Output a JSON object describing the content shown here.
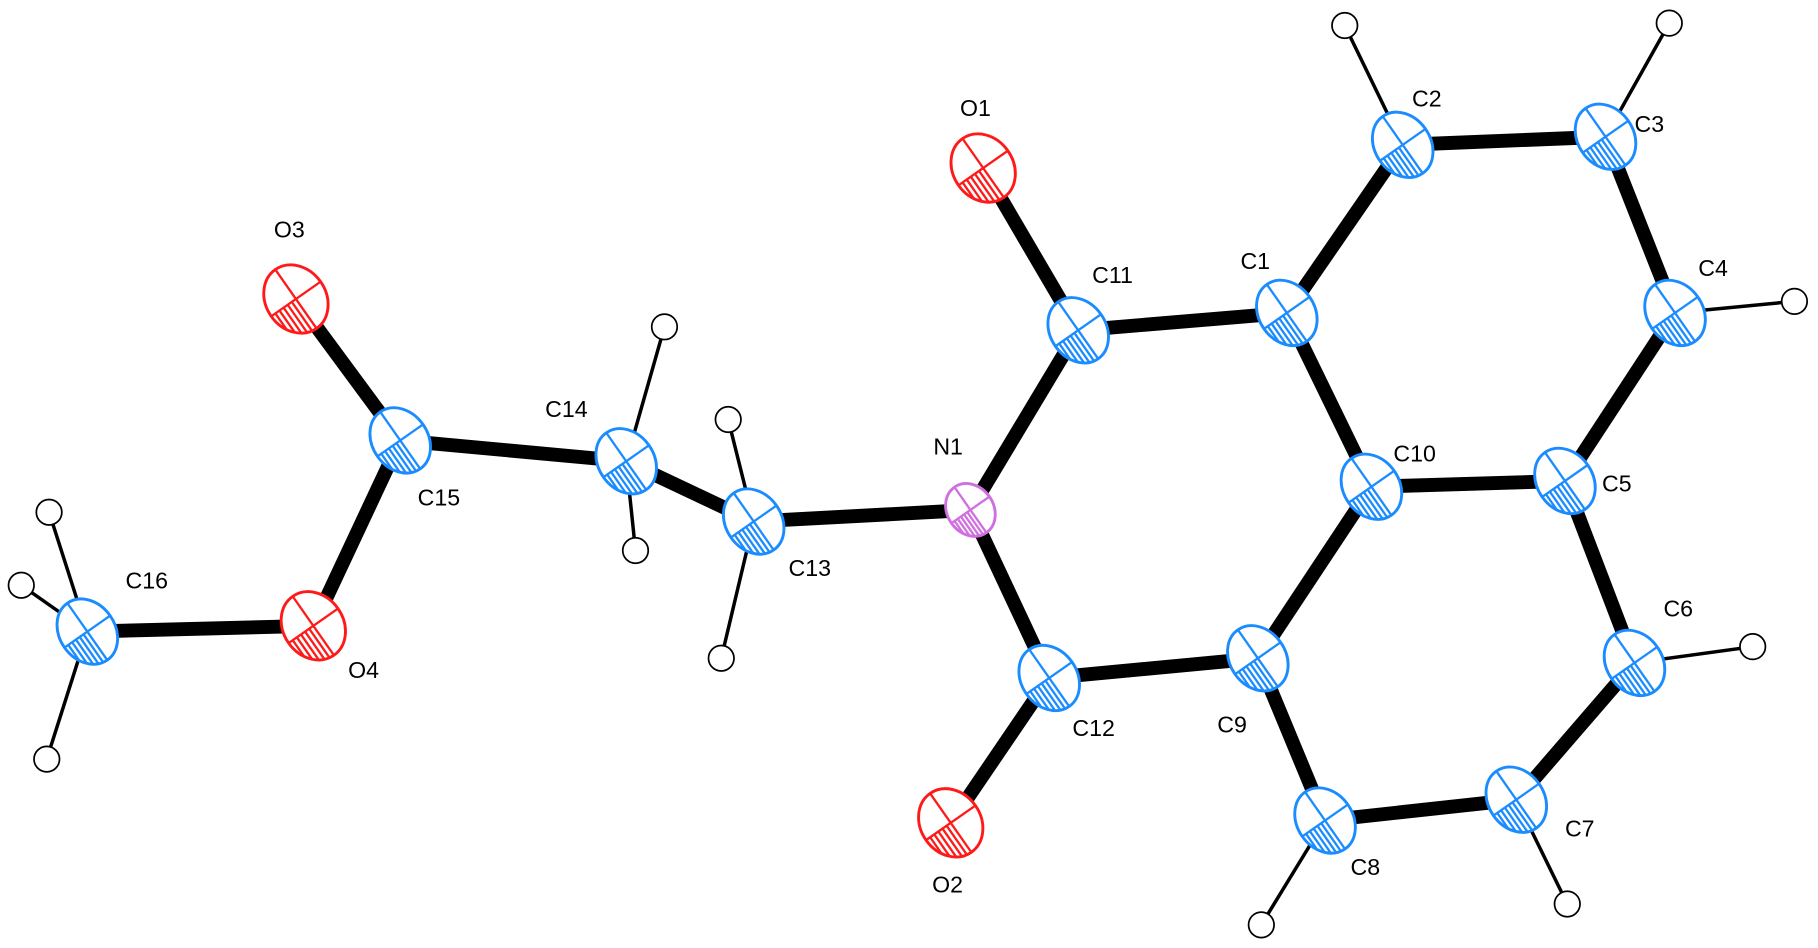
{
  "diagram": {
    "type": "ORTEP molecular structure",
    "element_colors": {
      "C": "#1a8cff",
      "O": "#ff1a1a",
      "N": "#d070e0",
      "H": "#000000"
    },
    "atoms": [
      {
        "label": "O1",
        "element": "O"
      },
      {
        "label": "O2",
        "element": "O"
      },
      {
        "label": "O3",
        "element": "O"
      },
      {
        "label": "O4",
        "element": "O"
      },
      {
        "label": "N1",
        "element": "N"
      },
      {
        "label": "C1",
        "element": "C"
      },
      {
        "label": "C2",
        "element": "C"
      },
      {
        "label": "C3",
        "element": "C"
      },
      {
        "label": "C4",
        "element": "C"
      },
      {
        "label": "C5",
        "element": "C"
      },
      {
        "label": "C6",
        "element": "C"
      },
      {
        "label": "C7",
        "element": "C"
      },
      {
        "label": "C8",
        "element": "C"
      },
      {
        "label": "C9",
        "element": "C"
      },
      {
        "label": "C10",
        "element": "C"
      },
      {
        "label": "C11",
        "element": "C"
      },
      {
        "label": "C12",
        "element": "C"
      },
      {
        "label": "C13",
        "element": "C"
      },
      {
        "label": "C14",
        "element": "C"
      },
      {
        "label": "C15",
        "element": "C"
      },
      {
        "label": "C16",
        "element": "C"
      }
    ],
    "bonds": [
      [
        "O1",
        "C11"
      ],
      [
        "C11",
        "C1"
      ],
      [
        "C1",
        "C2"
      ],
      [
        "C2",
        "C3"
      ],
      [
        "C3",
        "C4"
      ],
      [
        "C4",
        "C5"
      ],
      [
        "C1",
        "C10"
      ],
      [
        "C10",
        "C5"
      ],
      [
        "C10",
        "C9"
      ],
      [
        "C5",
        "C6"
      ],
      [
        "C6",
        "C7"
      ],
      [
        "C7",
        "C8"
      ],
      [
        "C8",
        "C9"
      ],
      [
        "C9",
        "C12"
      ],
      [
        "C12",
        "N1"
      ],
      [
        "N1",
        "C11"
      ],
      [
        "C12",
        "O2"
      ],
      [
        "N1",
        "C13"
      ],
      [
        "C13",
        "C14"
      ],
      [
        "C14",
        "C15"
      ],
      [
        "C15",
        "O3"
      ],
      [
        "C15",
        "O4"
      ],
      [
        "O4",
        "C16"
      ]
    ],
    "hydrogens": [
      {
        "parent": "C2"
      },
      {
        "parent": "C3"
      },
      {
        "parent": "C4"
      },
      {
        "parent": "C6"
      },
      {
        "parent": "C7"
      },
      {
        "parent": "C8"
      },
      {
        "parent": "C13"
      },
      {
        "parent": "C13"
      },
      {
        "parent": "C14"
      },
      {
        "parent": "C14"
      },
      {
        "parent": "C16"
      },
      {
        "parent": "C16"
      },
      {
        "parent": "C16"
      }
    ]
  }
}
